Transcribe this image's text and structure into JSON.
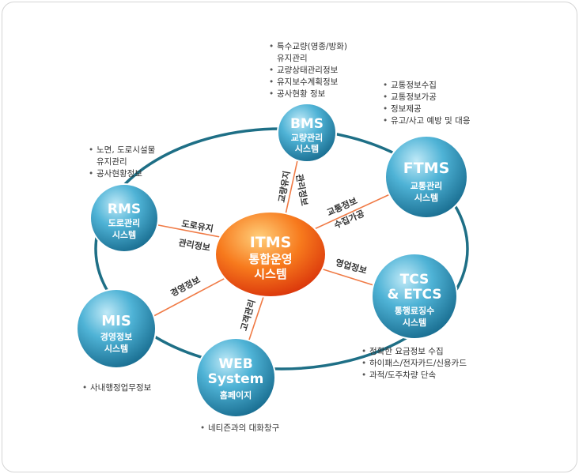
{
  "center": {
    "title": "ITMS",
    "subtitle_lines": [
      "통합운영",
      "시스템"
    ]
  },
  "nodes": {
    "bms": {
      "title_lines": [
        "BMS"
      ],
      "subtitle_lines": [
        "교량관리",
        "시스템"
      ]
    },
    "ftms": {
      "title_lines": [
        "FTMS"
      ],
      "subtitle_lines": [
        "교통관리",
        "시스템"
      ]
    },
    "rms": {
      "title_lines": [
        "RMS"
      ],
      "subtitle_lines": [
        "도로관리",
        "시스템"
      ]
    },
    "tcs": {
      "title_lines": [
        "TCS",
        "& ETCS"
      ],
      "subtitle_lines": [
        "통행료징수",
        "시스템"
      ]
    },
    "mis": {
      "title_lines": [
        "MIS"
      ],
      "subtitle_lines": [
        "경영정보",
        "시스템"
      ]
    },
    "web": {
      "title_lines": [
        "WEB",
        "System"
      ],
      "subtitle_lines": [
        "홈페이지"
      ]
    }
  },
  "links": {
    "bms_a": "교량유지",
    "bms_b": "관리정보",
    "ftms_a": "교통정보",
    "ftms_b": "수집가공",
    "rms_a": "도로유지",
    "rms_b": "관리정보",
    "tcs": "영업정보",
    "mis": "경영정보",
    "web": "고객관리"
  },
  "bullets": {
    "bms": [
      "특수교량(영종/방화)\n유지관리",
      "교량상태관리정보",
      "유지보수계획정보",
      "공사현황 정보"
    ],
    "ftms": [
      "교통정보수집",
      "교통정보가공",
      "정보제공",
      "유고/사고 예방 및 대응"
    ],
    "rms": [
      "노면, 도로시설물\n유지관리",
      "공사현황정보"
    ],
    "tcs": [
      "정확한 요금정보 수집",
      "하이패스/전자카드/신용카드",
      "과적/도주차량 단속"
    ],
    "mis": [
      "사내행정업무정보"
    ],
    "web": [
      "네티즌과의 대화창구"
    ]
  },
  "colors": {
    "ring": "#1e6f86",
    "spoke": "#f07a45",
    "node_light": "#8fd4ec",
    "node_dark": "#1a6f92",
    "center_light": "#ffb067",
    "center_dark": "#e8420d"
  }
}
